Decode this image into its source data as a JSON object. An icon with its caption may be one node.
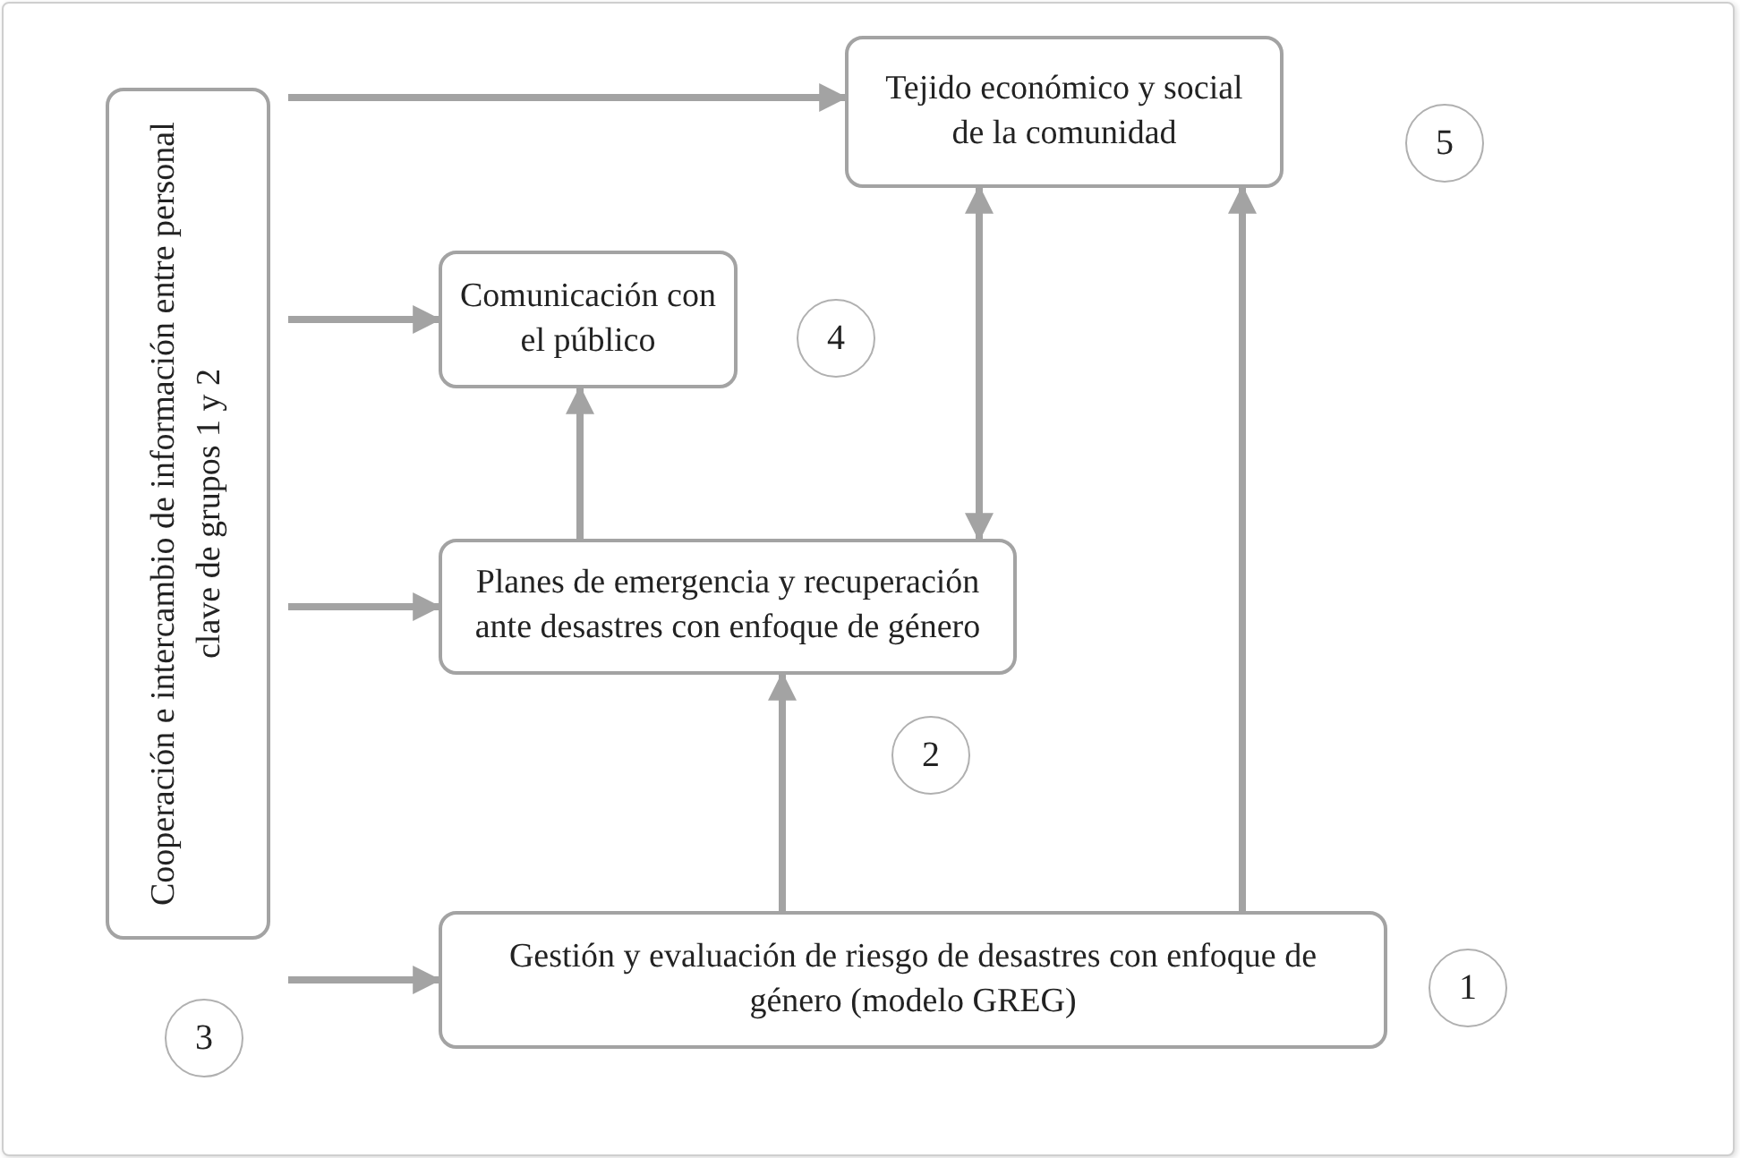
{
  "diagram": {
    "nodes": [
      {
        "text": [
          "Cooperación e intercambio de información entre personal clave de grupos 1 y 2"
        ]
      },
      {
        "text": [
          "Tejido económico y social de la comunidad"
        ]
      },
      {
        "text": [
          "5"
        ]
      },
      {
        "text": [
          "Comunicación con el público"
        ]
      },
      {
        "text": [
          "4"
        ]
      },
      {
        "text": [
          "Planes de emergencia y recuperación ante desastres con enfoque de género"
        ]
      },
      {
        "text": [
          "2"
        ]
      },
      {
        "text": [
          "Gestión y evaluación de riesgo de desastres con enfoque de género  (modelo GREG)"
        ]
      },
      {
        "text": [
          "1"
        ]
      },
      {
        "text": [
          "3"
        ]
      }
    ],
    "edges": [
      {
        "from": 0,
        "to": 1,
        "arrow": "to"
      },
      {
        "from": 0,
        "to": 3,
        "arrow": "to"
      },
      {
        "from": 0,
        "to": 5,
        "arrow": "to"
      },
      {
        "from": 0,
        "to": 7,
        "arrow": "to"
      },
      {
        "from": 7,
        "to": 5,
        "arrow": "to"
      },
      {
        "from": 5,
        "to": 3,
        "arrow": "to"
      },
      {
        "from": 1,
        "to": 5,
        "arrow": "both"
      },
      {
        "from": 7,
        "to": 1,
        "arrow": "to"
      }
    ]
  }
}
